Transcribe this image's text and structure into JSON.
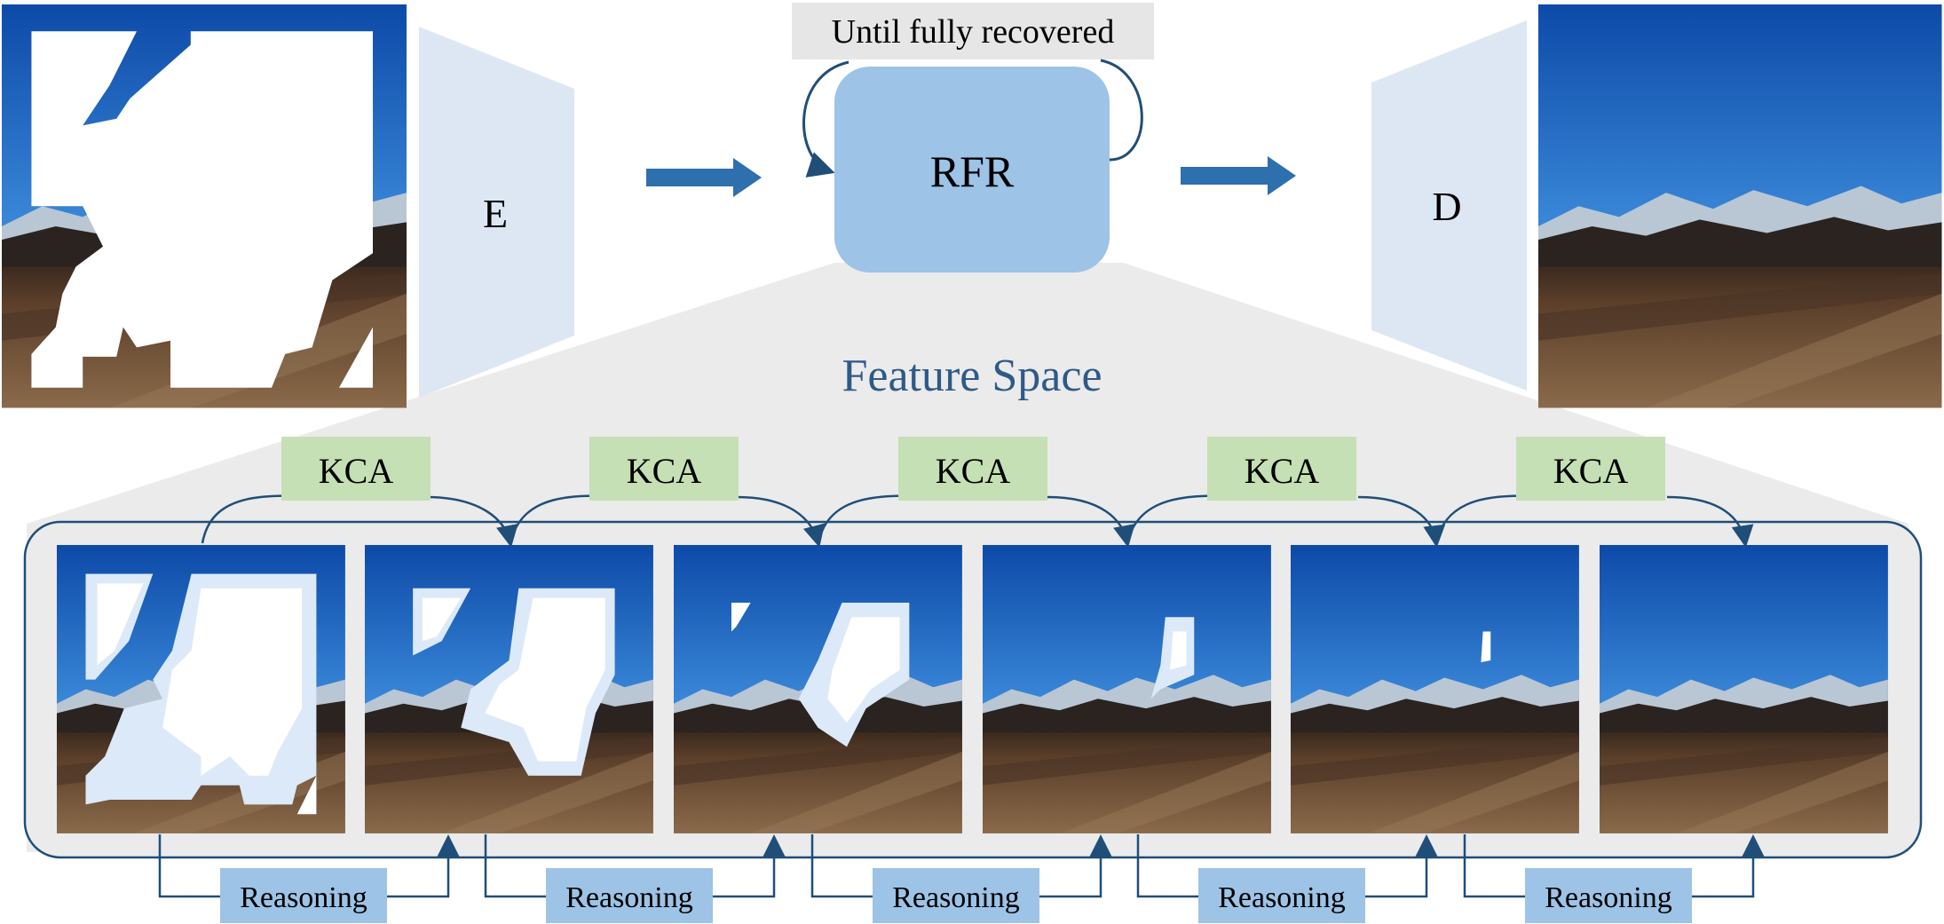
{
  "loop_label": "Until fully recovered",
  "encoder_label": "E",
  "decoder_label": "D",
  "rfr_label": "RFR",
  "feature_space_label": "Feature Space",
  "kca_labels": [
    "KCA",
    "KCA",
    "KCA",
    "KCA",
    "KCA"
  ],
  "reasoning_labels": [
    "Reasoning",
    "Reasoning",
    "Reasoning",
    "Reasoning",
    "Reasoning"
  ],
  "stage_count": 6,
  "colors": {
    "encoder_fill": "#dce7f3",
    "rfr_fill": "#9dc3e6",
    "arrow": "#2e6fae",
    "connector": "#1f4e79",
    "kca_fill": "#c5e0b4",
    "reasoning_fill": "#9dc3e6",
    "feature_bg": "#ebebeb",
    "feature_label": "#2e5a87",
    "loop_label_bg": "#e6e6e6",
    "sky_top": "#0f4fae",
    "sky_bottom": "#7fb8e8",
    "ground": "#6e5236",
    "mask": "#ffffff",
    "mask_halo": "#dce9f8"
  }
}
